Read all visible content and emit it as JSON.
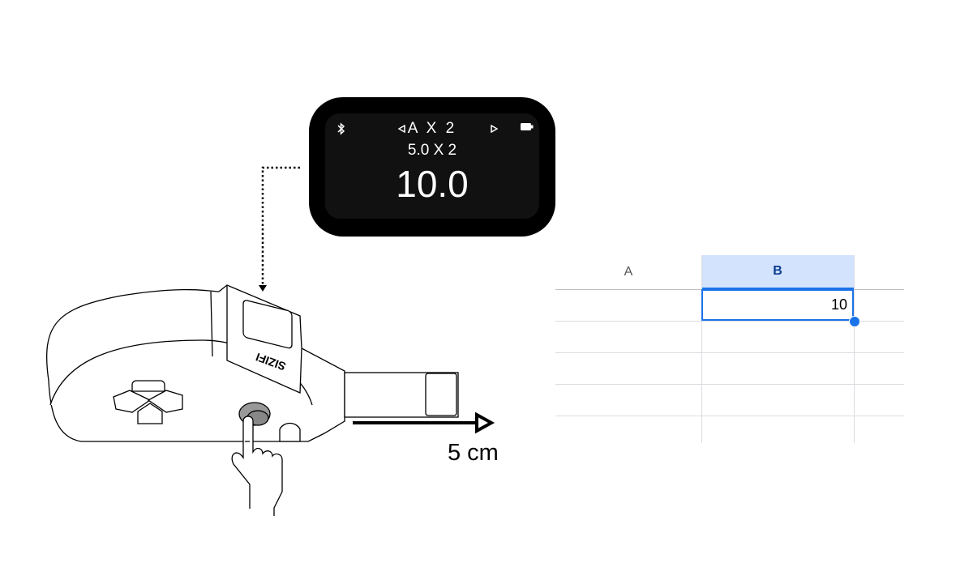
{
  "display": {
    "mode_label": "A X 2",
    "calculation": "5.0 X 2",
    "result": "10.0",
    "icons": [
      "bluetooth-icon",
      "left-arrow-icon",
      "right-arrow-icon",
      "battery-icon"
    ]
  },
  "device": {
    "logo": "SIZIFI"
  },
  "measurement": {
    "label": "5 cm"
  },
  "spreadsheet": {
    "columns": [
      "A",
      "B"
    ],
    "selected_cell": "B1",
    "cells": {
      "B1": "10"
    },
    "accent": "#1a73e8",
    "header_selected_bg": "#d3e3fd"
  }
}
